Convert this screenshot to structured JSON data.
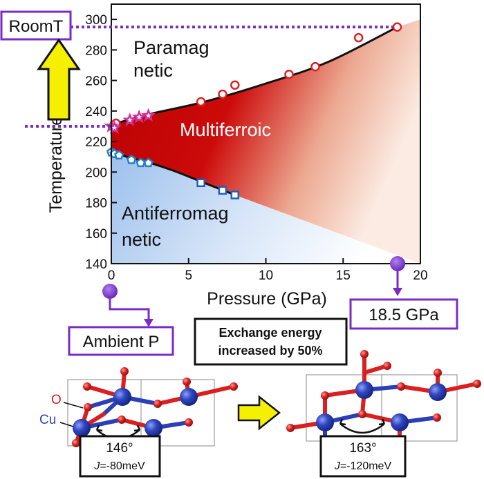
{
  "chart_data": {
    "type": "scatter",
    "xlabel": "Pressure (GPa)",
    "ylabel": "Temperature (K)",
    "xlim": [
      0,
      20
    ],
    "ylim": [
      140,
      310
    ],
    "xticks": [
      0,
      5,
      10,
      15,
      20
    ],
    "yticks": [
      140,
      160,
      180,
      200,
      220,
      240,
      260,
      280,
      300
    ],
    "grid": false,
    "regions": {
      "paramagnetic": [
        "Paramag",
        "netic"
      ],
      "multiferroic": "Multiferroic",
      "antiferromagnetic": [
        "Antiferromag",
        "netic"
      ]
    },
    "series": [
      {
        "marker": "circle",
        "color": "#e02020",
        "x": [
          0.3,
          5.8,
          7.2,
          8.0,
          11.5,
          13.2,
          16.0,
          18.5
        ],
        "y": [
          232,
          246,
          251,
          257,
          264,
          269,
          288,
          295
        ]
      },
      {
        "marker": "star",
        "color": "#d0309a",
        "x": [
          0.0,
          0.2,
          1.2,
          1.8,
          2.4
        ],
        "y": [
          230,
          229,
          234,
          236,
          237
        ]
      },
      {
        "marker": "pentagon",
        "color": "#1f7fc8",
        "x": [
          0.0,
          0.2,
          0.5,
          1.3,
          1.9,
          2.4
        ],
        "y": [
          213,
          212,
          211,
          208,
          206,
          206
        ]
      },
      {
        "marker": "square",
        "color": "#1f5fc0",
        "x": [
          5.8,
          7.2,
          8.0
        ],
        "y": [
          193,
          188,
          185
        ]
      }
    ],
    "upper_boundary": {
      "x": [
        0,
        2.5,
        6,
        10,
        14,
        18.5
      ],
      "y": [
        231,
        238,
        246,
        258,
        272,
        295
      ]
    },
    "lower_boundary": {
      "x": [
        0,
        1,
        2.5,
        4,
        6,
        8
      ],
      "y": [
        214,
        210,
        206,
        201,
        193,
        185
      ]
    }
  },
  "annotations": {
    "room_t": {
      "label": "RoomT",
      "temperature": 295
    },
    "ambient_marker_temperature": 230,
    "ambient": "Ambient P",
    "high_pressure": "18.5 GPa",
    "exchange_line1": "Exchange energy",
    "exchange_line2": "increased by 50%"
  },
  "structures": {
    "oxygen_label": "O",
    "copper_label": "Cu",
    "left": {
      "angle": "146°",
      "j_symbol": "J",
      "j_value": "=-80meV"
    },
    "right": {
      "angle": "163°",
      "j_symbol": "J",
      "j_value": "=-120meV"
    }
  },
  "colors": {
    "multiferroic": "#c00000",
    "antiferro": "#aac8ec",
    "purple": "#7a2bc7",
    "arrow_yellow": "#f5f000",
    "oxygen": "#d82020",
    "copper": "#2a3fb8"
  }
}
